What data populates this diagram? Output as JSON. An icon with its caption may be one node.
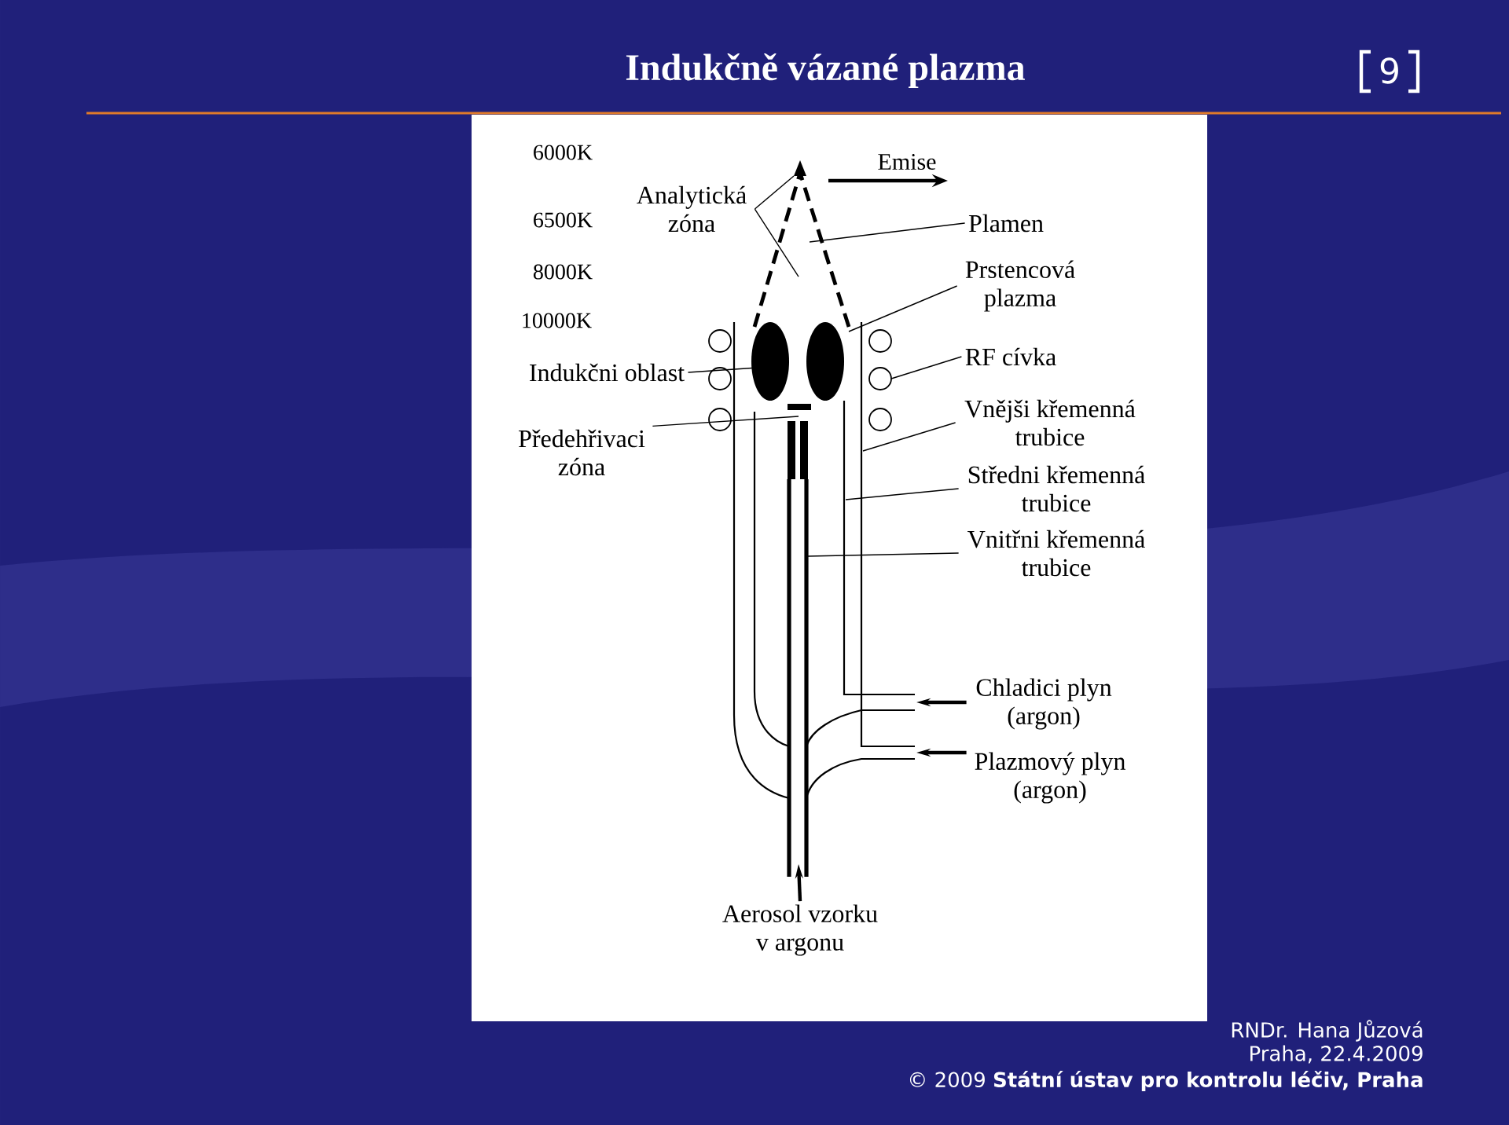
{
  "diagram": {
    "title": "Indukčně vázané plazma",
    "nodes": [
      {
        "text": [
          "Analytická zóna"
        ]
      },
      {
        "text": [
          "Plamen"
        ]
      },
      {
        "text": [
          "Prstencová plazma"
        ]
      },
      {
        "text": [
          "RF cívka"
        ]
      },
      {
        "text": [
          "Indukčni oblast"
        ]
      },
      {
        "text": [
          "Vnějši křemenná trubice"
        ]
      },
      {
        "text": [
          "Předehřivaci zóna"
        ]
      },
      {
        "text": [
          "Středni křemenná trubice"
        ]
      },
      {
        "text": [
          "Vnitřni křemenná trubice"
        ]
      },
      {
        "text": [
          "Chladici plyn (argon)"
        ]
      },
      {
        "text": [
          "Plazmový plyn (argon)"
        ]
      },
      {
        "text": [
          "Aerosol vzorku v argonu"
        ]
      },
      {
        "text": [],
        "shape": "picture"
      }
    ],
    "edges": [
      {
        "from": 0,
        "to": 12,
        "arrow": "none"
      },
      {
        "from": 0,
        "to": 12,
        "arrow": "none"
      },
      {
        "from": 1,
        "to": 12,
        "arrow": "none"
      },
      {
        "from": 2,
        "to": 12,
        "arrow": "none"
      },
      {
        "from": 3,
        "to": 12,
        "arrow": "none"
      },
      {
        "from": 4,
        "to": 12,
        "arrow": "none"
      },
      {
        "from": 5,
        "to": 12,
        "arrow": "none"
      },
      {
        "from": 6,
        "to": 12,
        "arrow": "none"
      },
      {
        "from": 7,
        "to": 12,
        "arrow": "none"
      },
      {
        "from": 8,
        "to": 12,
        "arrow": "none"
      },
      {
        "from": 9,
        "to": 12,
        "arrow": "to",
        "style": "thick"
      },
      {
        "from": 10,
        "to": 12,
        "arrow": "to",
        "style": "thick"
      },
      {
        "from": 11,
        "to": 12,
        "arrow": "to",
        "style": "thick"
      }
    ],
    "labels": [
      "9",
      "6000K",
      "Emise",
      "6500K",
      "8000K",
      "10000K",
      "RNDr. Hana Jůzová",
      "Praha, 22.4.2009",
      "© 2009 **Státní ústav pro kontrolu léčiv, Praha**"
    ]
  }
}
